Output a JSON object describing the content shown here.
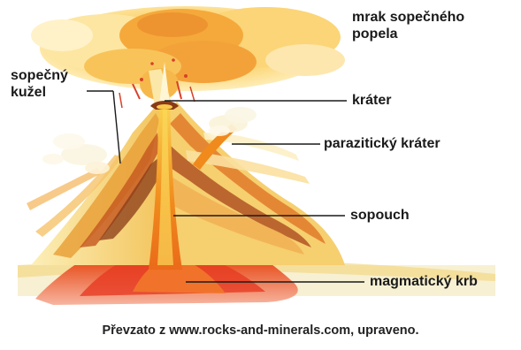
{
  "labels": {
    "ash_cloud": "mrak sopečného\npopela",
    "cone": "sopečný\nkužel",
    "crater": "kráter",
    "parasitic_crater": "parazitický kráter",
    "conduit": "sopouch",
    "magma_chamber": "magmatický krb"
  },
  "credit": "Převzato z  www.rocks-and-minerals.com, upraveno.",
  "colors": {
    "ash": "#f6c04a",
    "ash_light": "#fde9a6",
    "lava": "#f08a1c",
    "magma": "#e23a1f",
    "layer_dark": "#8a3a17",
    "leader_line": "#1a1a1a"
  }
}
